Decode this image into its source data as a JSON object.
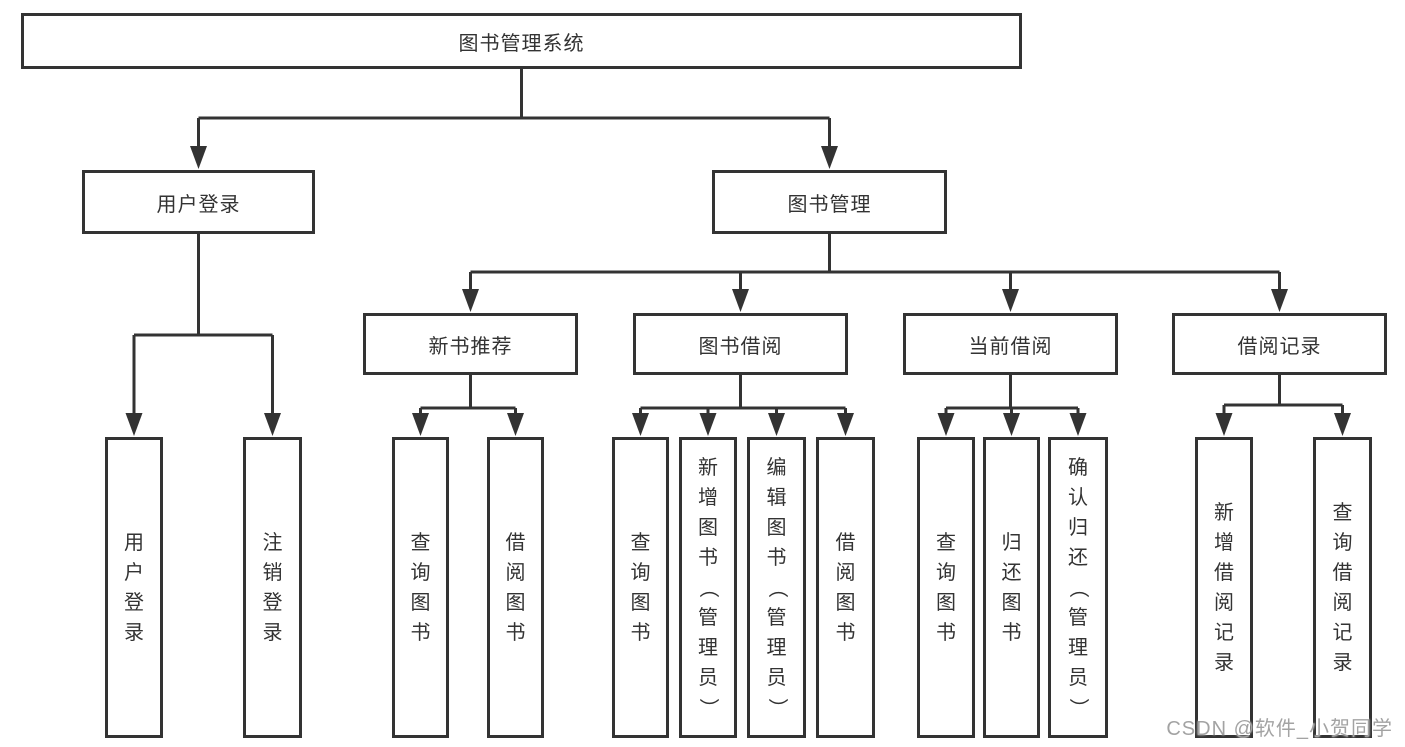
{
  "colors": {
    "line": "#333333",
    "text": "#333333",
    "box_background": "#ffffff",
    "watermark": "#a3a3a3"
  },
  "watermark": "CSDN @软件_小贺同学",
  "nodes": {
    "root": "图书管理系统",
    "user_login": "用户登录",
    "book_management": "图书管理",
    "new_book_recommend": "新书推荐",
    "book_borrow": "图书借阅",
    "current_borrow": "当前借阅",
    "borrow_record": "借阅记录",
    "leaf_user_login": "用户登录",
    "leaf_logout": "注销登录",
    "leaf_nb_query": "查询图书",
    "leaf_nb_borrow": "借阅图书",
    "leaf_bb_query": "查询图书",
    "leaf_bb_add": "新增图书（管理员）",
    "leaf_bb_edit": "编辑图书（管理员）",
    "leaf_bb_borrow": "借阅图书",
    "leaf_cb_query": "查询图书",
    "leaf_cb_return": "归还图书",
    "leaf_cb_confirm": "确认归还（管理员）",
    "leaf_br_add": "新增借阅记录",
    "leaf_br_query": "查询借阅记录"
  }
}
